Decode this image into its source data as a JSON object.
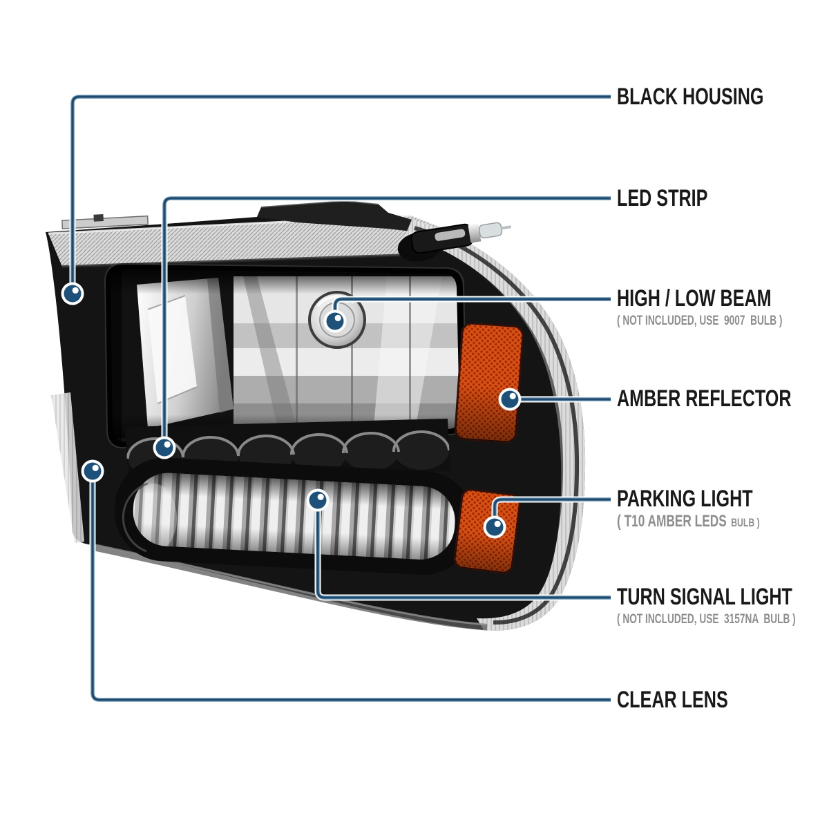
{
  "figure_subject": "black housing headlight assembly with clear lens and amber reflectors, annotated",
  "colors": {
    "background": "#ffffff",
    "leader_core": "#1d4a6e",
    "leader_mid": "#6c93b0",
    "leader_casing": "#ffffff",
    "marker_fill": "#1e5179",
    "marker_ring": "#ffffff",
    "title_text": "#191919",
    "subtitle_text": "#8d8d8d",
    "amber_reflector": "#d85012",
    "housing_black": "#141414"
  },
  "callouts": [
    {
      "id": "black-housing",
      "title": "BLACK HOUSING"
    },
    {
      "id": "led-strip",
      "title": "LED STRIP"
    },
    {
      "id": "high-low-beam",
      "title": "HIGH / LOW BEAM",
      "subtitle": "( NOT INCLUDED, USE  9007  BULB )"
    },
    {
      "id": "amber-reflector",
      "title": "AMBER REFLECTOR"
    },
    {
      "id": "parking-light",
      "title": "PARKING LIGHT",
      "subtitle_main": "( T10 AMBER LEDS",
      "subtitle_small": "BULB )"
    },
    {
      "id": "turn-signal-light",
      "title": "TURN SIGNAL LIGHT",
      "subtitle": "( NOT INCLUDED, USE  3157NA  BULB )"
    },
    {
      "id": "clear-lens",
      "title": "CLEAR LENS"
    }
  ]
}
